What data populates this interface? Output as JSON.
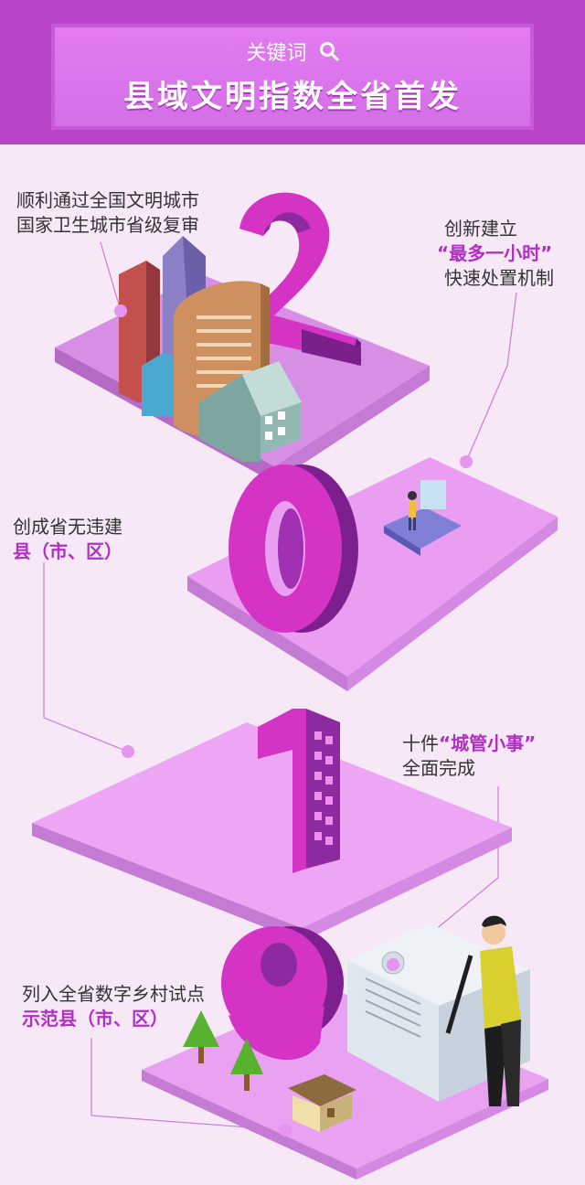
{
  "header": {
    "keyword_label": "关键词",
    "title": "县域文明指数全省首发"
  },
  "items": [
    {
      "line1": "顺利通过全国文明城市",
      "line2": "国家卫生城市省级复审"
    },
    {
      "line1": "创新建立",
      "highlight": "“最多一小时”",
      "line3": "快速处置机制"
    },
    {
      "line1": "创成省无违建",
      "highlight": "县（市、区）"
    },
    {
      "prefix": "十件",
      "highlight": "“城管小事”",
      "line2": "全面完成"
    },
    {
      "line1": "列入全省数字乡村试点",
      "highlight": "示范县（市、区）"
    }
  ],
  "digits": [
    "2",
    "0",
    "1",
    "9"
  ],
  "colors": {
    "accent": "#b12fc4",
    "platform": "#e7a2ef",
    "background": "#f6e8f7"
  }
}
